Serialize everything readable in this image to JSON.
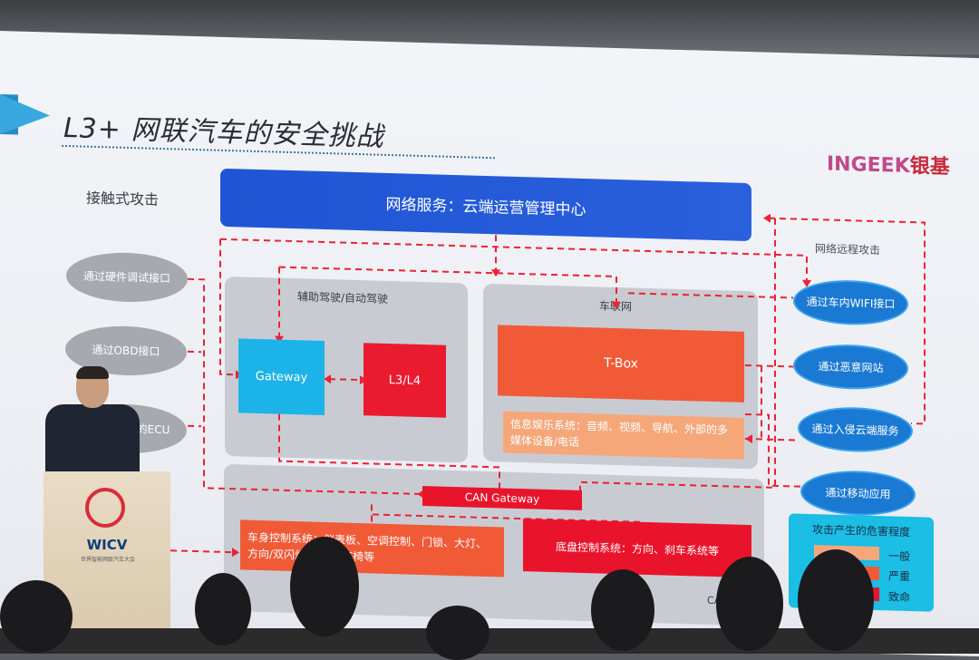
{
  "slide": {
    "title": "L3+ 网联汽车的安全挑战",
    "logo_en": "INGEEK",
    "logo_cn": "银基",
    "contact_attack_title": "接触式攻击",
    "remote_attack_title": "网络远程攻击",
    "cloud_service": "网络服务：云端运营管理中心",
    "zone_adas_label": "辅助驾驶/自动驾驶",
    "zone_network_label": "车联网",
    "gateway": "Gateway",
    "l3l4": "L3/L4",
    "tbox": "T-Box",
    "infotainment": "信息娱乐系统：音频、视频、导航、外部的多媒体设备/电话",
    "can_gateway": "CAN Gateway",
    "body_control": "车身控制系统：仪表板、空调控制、门锁、大灯、方向/双闪灯、车窗/座椅等",
    "chassis_control": "底盘控制系统：方向、刹车系统等",
    "can_bus": "CAN总线",
    "contact_attacks": [
      "通过硬件调试接口",
      "通过OBD接口",
      "意或是有洞的ECU"
    ],
    "remote_attacks": [
      "通过车内WIFI接口",
      "通过恶意网站",
      "通过入侵云端服务",
      "通过移动应用"
    ],
    "legend": {
      "title": "攻击产生的危害程度",
      "items": [
        {
          "label": "一般",
          "color": "#f6a77a"
        },
        {
          "label": "严重",
          "color": "#f15a37"
        },
        {
          "label": "致命",
          "color": "#e9142c"
        }
      ]
    }
  },
  "podium": {
    "logo": "WICV",
    "subtitle": "世界智能网联汽车大会"
  }
}
